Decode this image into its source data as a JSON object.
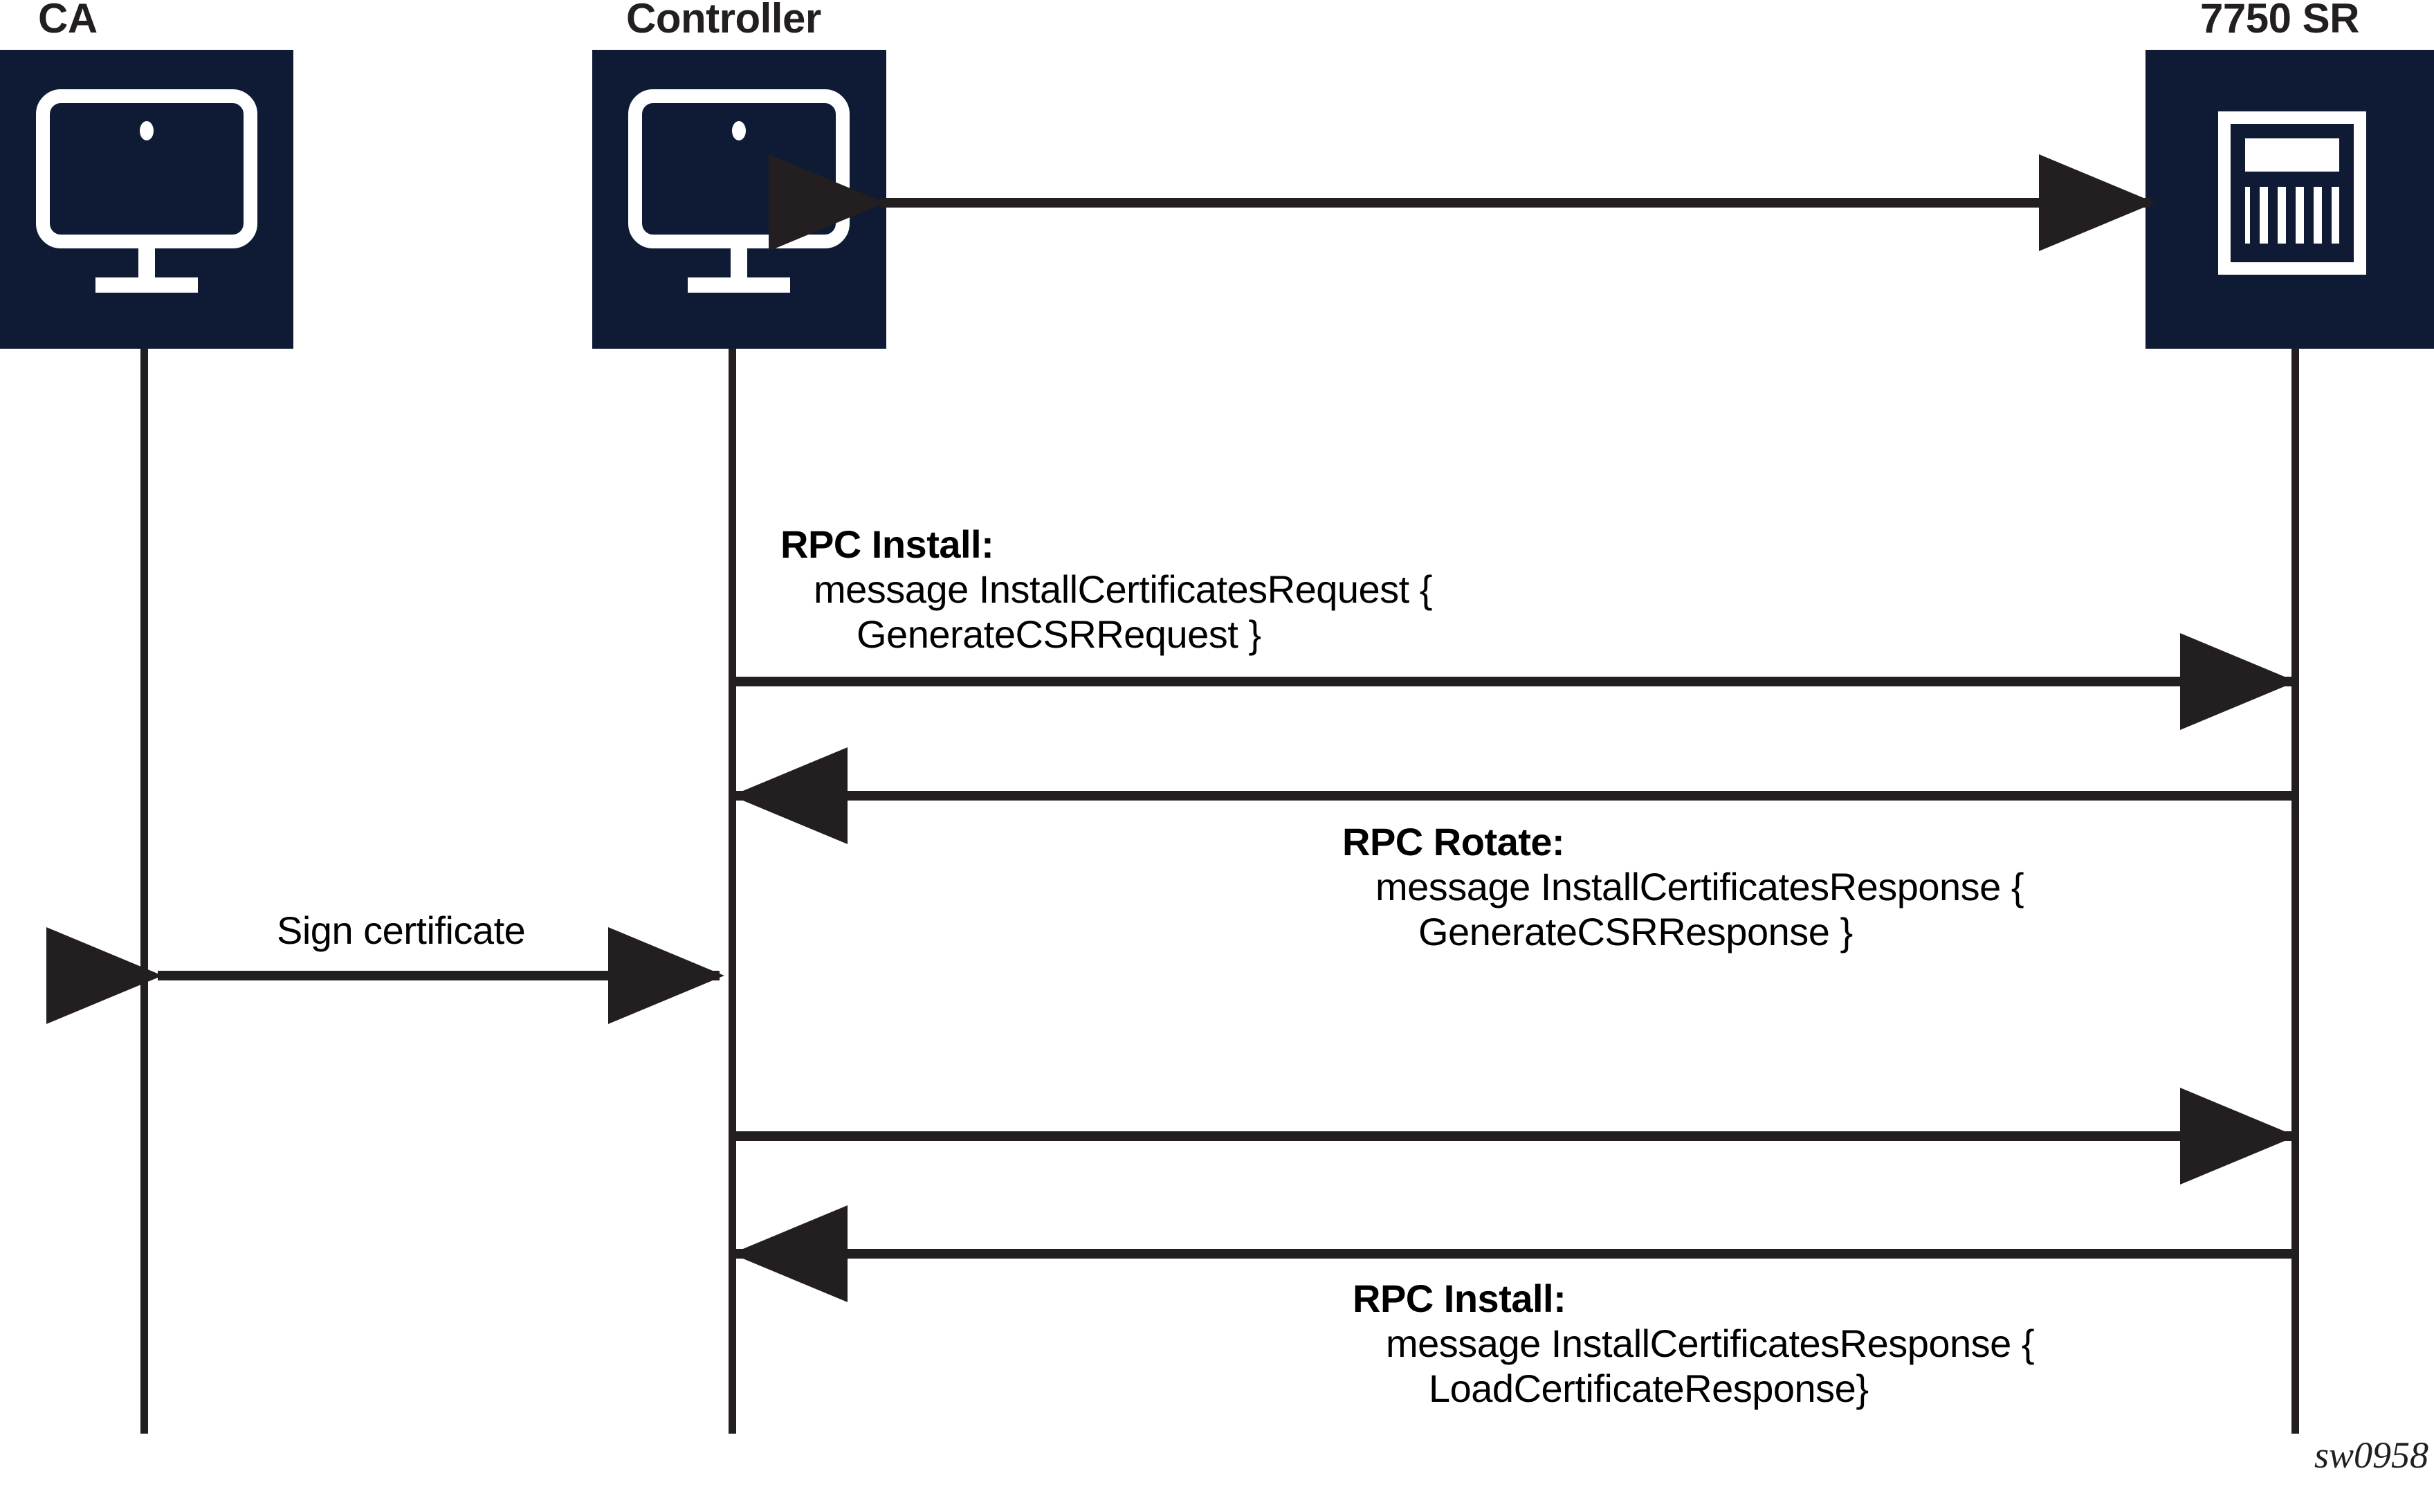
{
  "diagram": {
    "type": "sequence-diagram",
    "identifier": "sw0958",
    "colors": {
      "node_fill": "#0f1b35",
      "node_icon": "#ffffff",
      "line": "#231f20",
      "text": "#000000",
      "background": "#ffffff"
    },
    "lifelines": [
      {
        "name": "ca",
        "label": "CA",
        "icon": "monitor-icon"
      },
      {
        "name": "controller",
        "label": "Controller",
        "icon": "monitor-icon"
      },
      {
        "name": "router",
        "label": "7750 SR",
        "icon": "router-chassis-icon"
      }
    ],
    "messages": [
      {
        "name": "controller-router-session",
        "direction": "bidirectional",
        "from": "controller",
        "to": "router",
        "label": ""
      },
      {
        "name": "rpc-install-request",
        "direction": "right",
        "from": "controller",
        "to": "router",
        "lines": [
          "RPC Install:",
          "message InstallCertificatesRequest {",
          "GenerateCSRRequest   }"
        ]
      },
      {
        "name": "rpc-rotate-response",
        "direction": "left",
        "from": "router",
        "to": "controller",
        "lines": [
          "RPC Rotate:",
          "message InstallCertificatesResponse {",
          "GenerateCSRResponse   }"
        ]
      },
      {
        "name": "sign-certificate",
        "direction": "bidirectional",
        "from": "ca",
        "to": "controller",
        "label": "Sign certificate"
      },
      {
        "name": "load-certificate-request",
        "direction": "right",
        "from": "controller",
        "to": "router",
        "lines": []
      },
      {
        "name": "rpc-install-response",
        "direction": "left",
        "from": "router",
        "to": "controller",
        "lines": [
          "RPC Install:",
          "message InstallCertificatesResponse {",
          "LoadCertificateResponse}"
        ]
      }
    ],
    "text_blocks": {
      "block1": {
        "head": "RPC Install:",
        "line2": "message InstallCertificatesRequest {",
        "line3": "GenerateCSRRequest   }"
      },
      "block2": {
        "head": "RPC Rotate:",
        "line2": "message InstallCertificatesResponse {",
        "line3": "GenerateCSRResponse   }"
      },
      "block3": {
        "head": "RPC Install:",
        "line2": "message InstallCertificatesResponse {",
        "line3": "LoadCertificateResponse}"
      }
    },
    "sign_certificate_label": "Sign certificate",
    "figure_id": "sw0958"
  }
}
